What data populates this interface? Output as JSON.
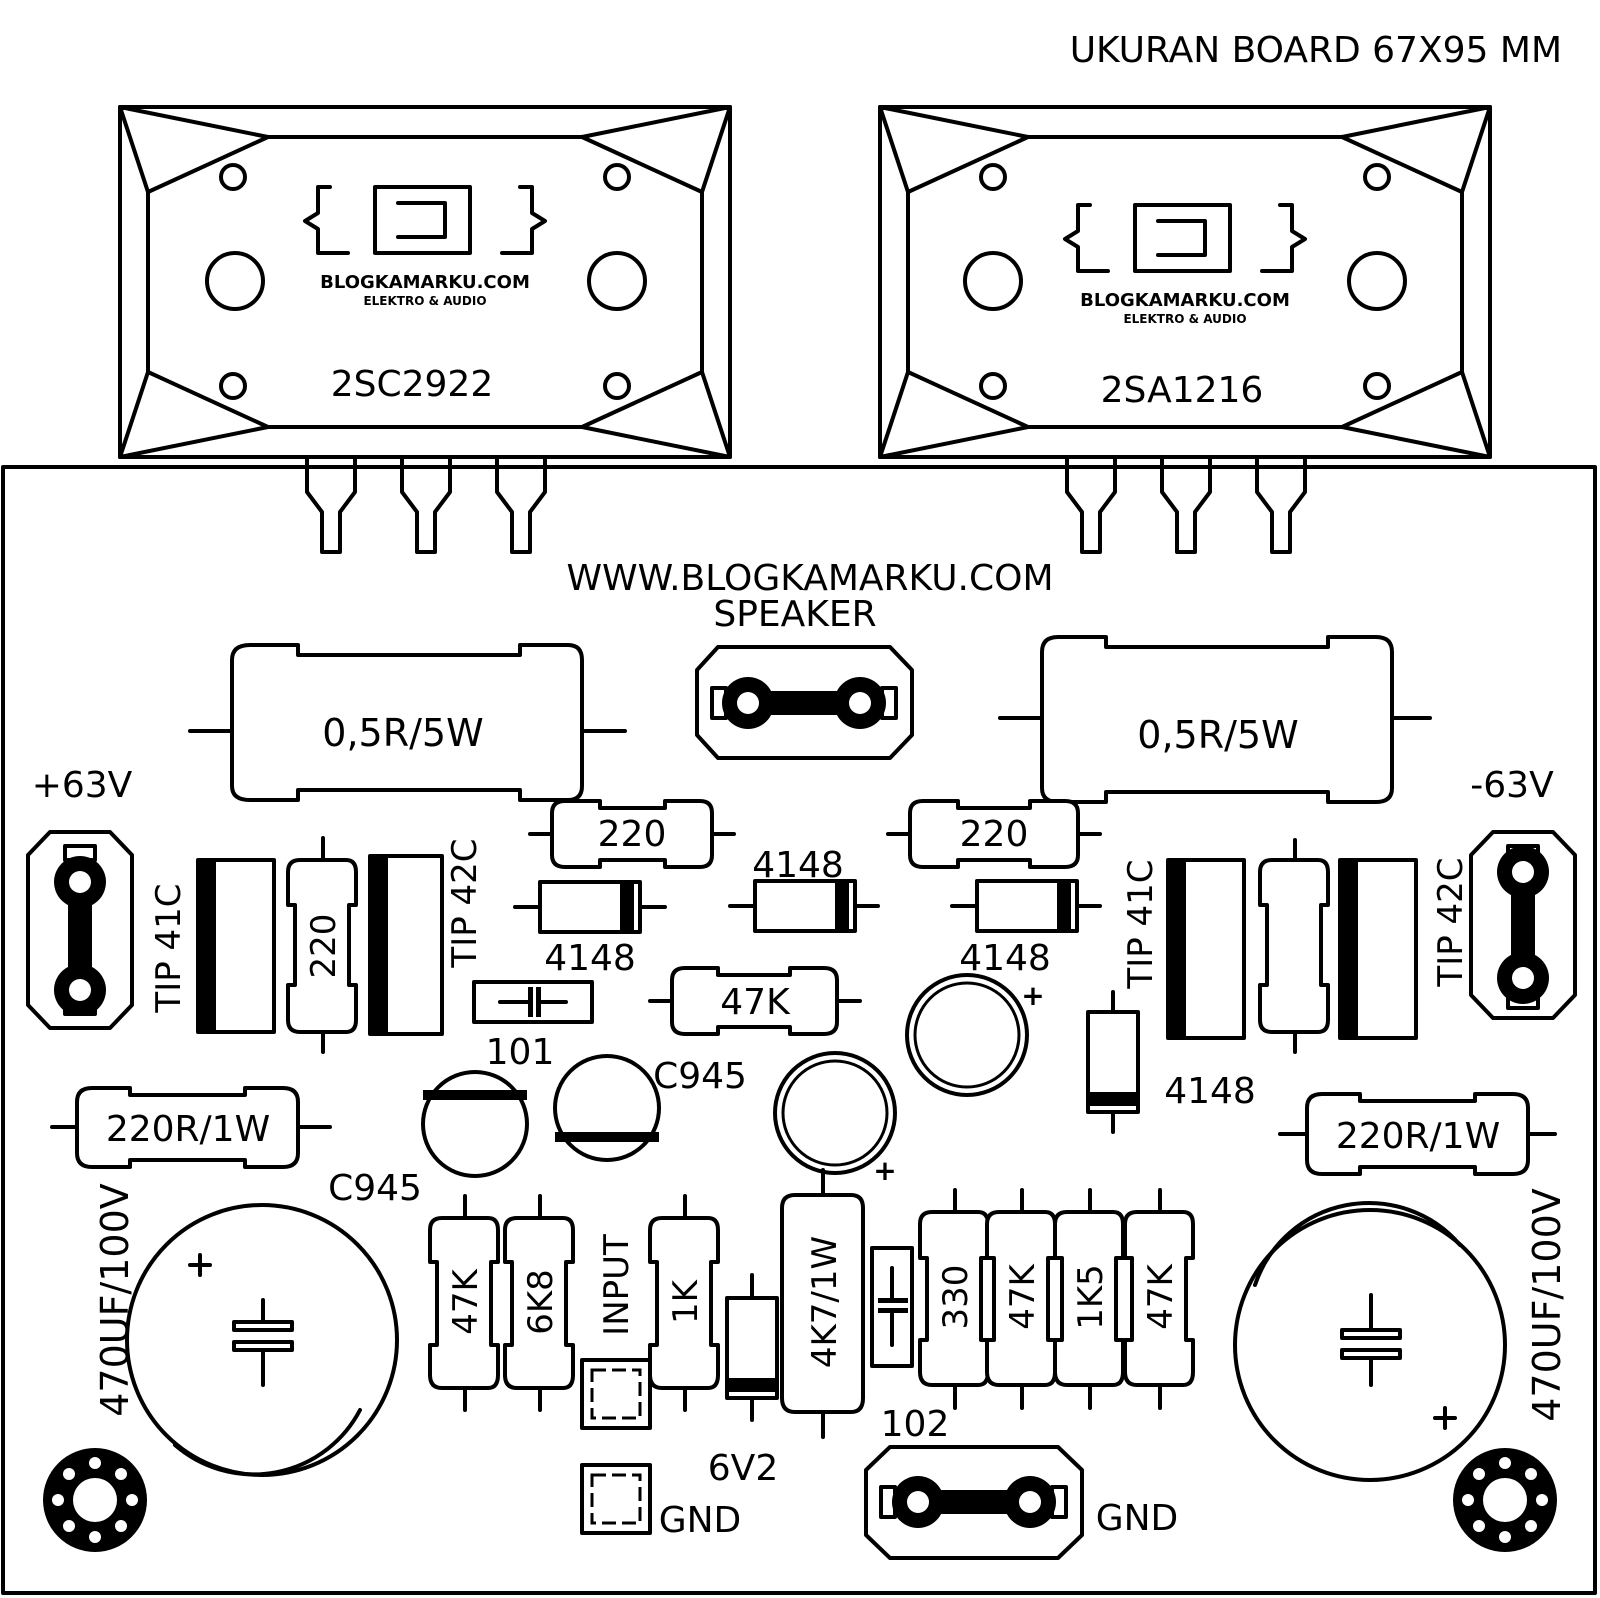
{
  "header": {
    "board_size": "UKURAN BOARD 67X95 MM",
    "website": "WWW.BLOGKAMARKU.COM"
  },
  "logo": {
    "site": "BLOGKAMARKU.COM",
    "tagline": "ELEKTRO & AUDIO"
  },
  "transistors": {
    "npn_power": "2SC2922",
    "pnp_power": "2SA1216"
  },
  "connectors": {
    "speaker": "SPEAKER",
    "input": "INPUT",
    "gnd_left": "GND",
    "gnd_right": "GND"
  },
  "rails": {
    "positive": "+63V",
    "negative": "-63V"
  },
  "labels": {
    "res_emitter_left": "0,5R/5W",
    "res_emitter_right": "0,5R/5W",
    "res_220_top_left": "220",
    "res_220_top_right": "220",
    "res_220_vertical": "220",
    "res_47k_mid": "47K",
    "res_220r_left": "220R/1W",
    "res_220r_right": "220R/1W",
    "res_47k_a": "47K",
    "res_6k8": "6K8",
    "res_1k": "1K",
    "res_4k7": "4K7/1W",
    "res_330": "330",
    "res_47k_b": "47K",
    "res_1k5": "1K5",
    "res_47k_c": "47K",
    "diode_4148_top": "4148",
    "diode_4148_left": "4148",
    "diode_4148_right": "4148",
    "diode_4148_vertical": "4148",
    "zener": "6V2",
    "cap_101": "101",
    "cap_102": "102",
    "cap_filter_left": "470UF/100V",
    "cap_filter_right": "470UF/100V",
    "tip41c_left": "TIP 41C",
    "tip42c_left": "TIP 42C",
    "tip41c_right": "TIP 41C",
    "tip42c_right": "TIP 42C",
    "c945_left": "C945",
    "c945_right": "C945",
    "plus_sign": "+"
  }
}
